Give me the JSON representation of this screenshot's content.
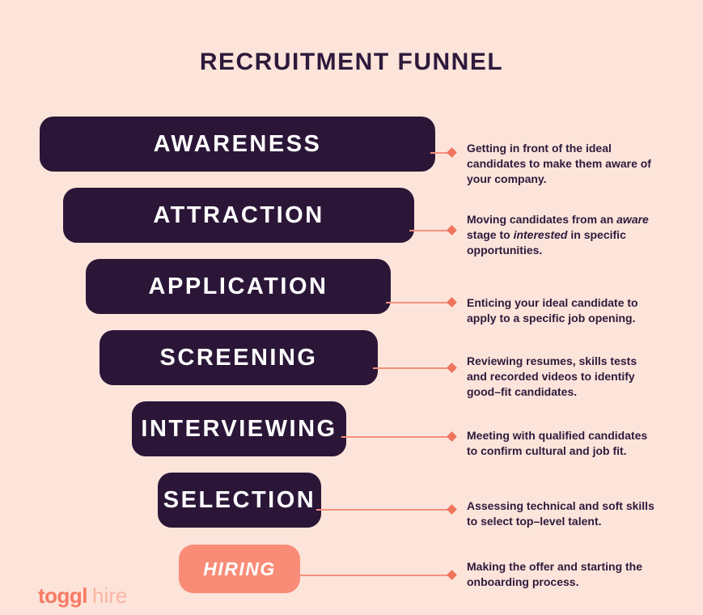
{
  "page": {
    "title": "RECRUITMENT FUNNEL",
    "background_color": "#fce4da",
    "stage_color_dark": "#2b1638",
    "stage_color_highlight": "#f98c77",
    "connector_color": "#f5917e",
    "diamond_color": "#f0735c",
    "text_color": "#2e1a3c"
  },
  "funnel": {
    "stages": [
      {
        "label": "AWARENESS",
        "desc": [
          {
            "t": "Getting in front of the ideal\ncandidates to make them aware of\nyour company."
          }
        ]
      },
      {
        "label": "ATTRACTION",
        "desc": [
          {
            "t": "Moving candidates from an "
          },
          {
            "t": "aware",
            "italic": true
          },
          {
            "t": "\nstage to "
          },
          {
            "t": "interested",
            "italic": true
          },
          {
            "t": " in specific\nopportunities."
          }
        ]
      },
      {
        "label": "APPLICATION",
        "desc": [
          {
            "t": "Enticing your ideal candidate to\napply to a specific job opening."
          }
        ]
      },
      {
        "label": "SCREENING",
        "desc": [
          {
            "t": "Reviewing resumes, skills tests\nand recorded videos to identify\ngood–fit candidates."
          }
        ]
      },
      {
        "label": "INTERVIEWING",
        "desc": [
          {
            "t": "Meeting with qualified candidates\nto confirm cultural and job fit."
          }
        ]
      },
      {
        "label": "SELECTION",
        "desc": [
          {
            "t": "Assessing technical and soft skills\nto select top–level talent."
          }
        ]
      },
      {
        "label": "HIRING",
        "highlighted": true,
        "desc": [
          {
            "t": "Making the offer and starting the\nonboarding process."
          }
        ]
      }
    ]
  },
  "logo": {
    "primary": "toggl",
    "secondary": "hire"
  }
}
